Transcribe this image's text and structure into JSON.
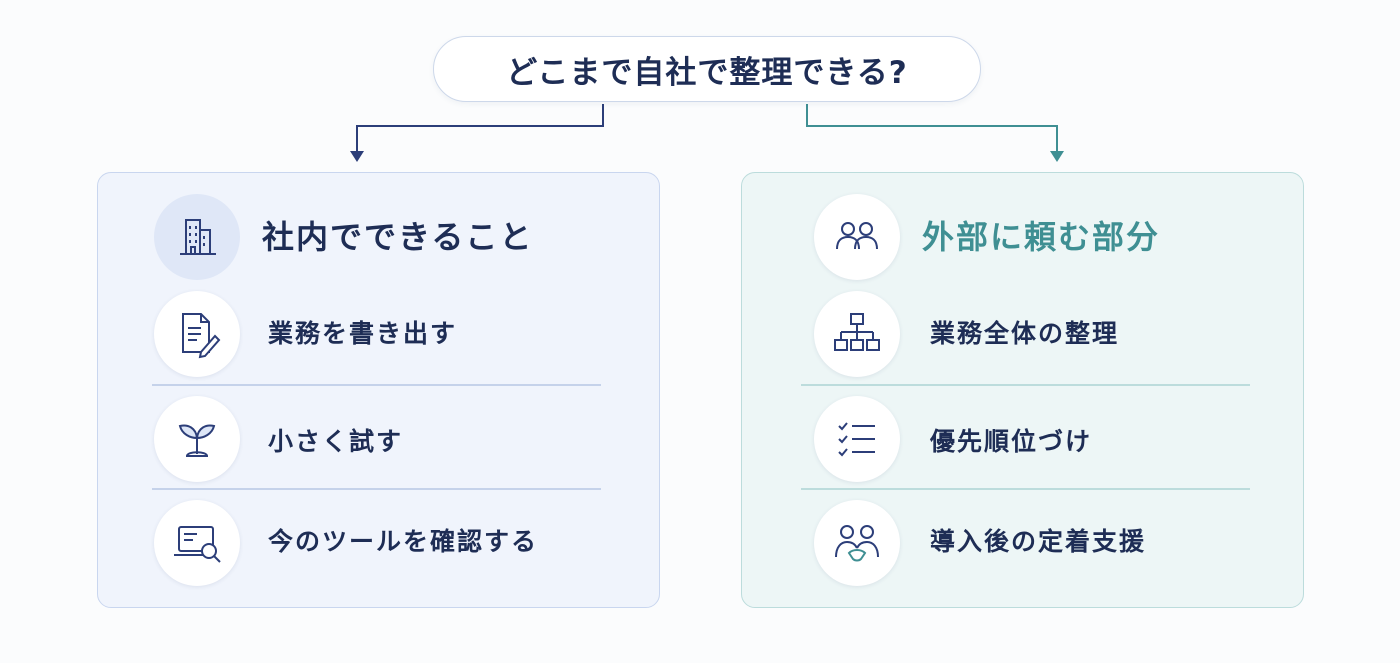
{
  "question": "どこまで自社で整理できる?",
  "left": {
    "heading": "社内でできること",
    "heading_icon": "building-icon",
    "items": [
      {
        "label": "業務を書き出す",
        "icon": "document-pen-icon"
      },
      {
        "label": "小さく試す",
        "icon": "sprout-icon"
      },
      {
        "label": "今のツールを確認する",
        "icon": "laptop-search-icon"
      }
    ]
  },
  "right": {
    "heading": "外部に頼む部分",
    "heading_icon": "people-icon",
    "items": [
      {
        "label": "業務全体の整理",
        "icon": "org-chart-icon"
      },
      {
        "label": "優先順位づけ",
        "icon": "checklist-icon"
      },
      {
        "label": "導入後の定着支援",
        "icon": "support-people-icon"
      }
    ]
  },
  "colors": {
    "left_accent": "#1e2d55",
    "right_accent": "#3f8f93",
    "left_panel_bg": "#f0f4fc",
    "right_panel_bg": "#edf6f6"
  }
}
